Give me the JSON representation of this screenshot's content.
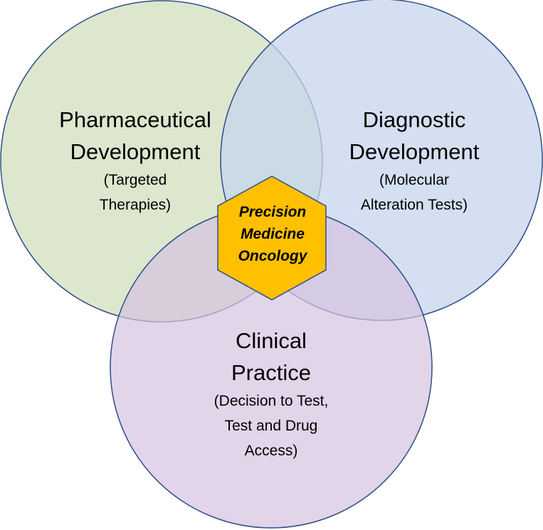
{
  "circles": [
    {
      "id": "pharmaceutical",
      "title_lines": [
        "Pharmaceutical",
        "Development"
      ],
      "sub_lines": [
        "(Targeted",
        "Therapies)"
      ],
      "fill": "#d6e3c6",
      "stroke": "#2f4d8a"
    },
    {
      "id": "diagnostic",
      "title_lines": [
        "Diagnostic",
        "Development"
      ],
      "sub_lines": [
        "(Molecular",
        "Alteration Tests)"
      ],
      "fill": "#c5d5ec",
      "stroke": "#2f4d8a"
    },
    {
      "id": "clinical",
      "title_lines": [
        "Clinical",
        "Practice"
      ],
      "sub_lines": [
        "(Decision to Test,",
        "Test and Drug",
        "Access)"
      ],
      "fill": "#d6c2e0",
      "stroke": "#2f4d8a"
    }
  ],
  "center": {
    "lines": [
      "Precision",
      "Medicine",
      "Oncology"
    ],
    "fill": "#ffc000",
    "stroke": "#2f4d8a"
  }
}
